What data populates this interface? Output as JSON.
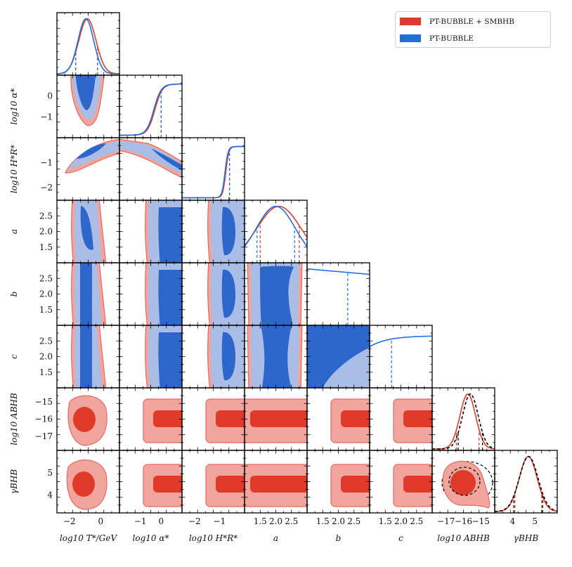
{
  "legend": {
    "items": [
      {
        "label": "PT-BUBBLE + SMBHB",
        "color": "#e03a2b",
        "swatch": "swatch-red"
      },
      {
        "label": "PT-BUBBLE",
        "color": "#1f6fe0",
        "swatch": "swatch-blue"
      }
    ]
  },
  "colors": {
    "red_dark": "#e03a2b",
    "red_light": "#f2a59d",
    "red_edge": "#e06b63",
    "blue_dark": "#2e67cc",
    "blue_light": "#a9bde6",
    "blue_line": "#1f6fe0",
    "smbhb_prior": "#000000"
  },
  "chart_data": {
    "type": "corner",
    "parameters": [
      {
        "id": "logT",
        "label": "log10 T*/GeV",
        "range": [
          -2.8,
          1.2
        ],
        "ticks": [
          -2,
          0
        ],
        "tick_labels": [
          "−2",
          "0"
        ]
      },
      {
        "id": "logalpha",
        "label": "log10 α*",
        "range": [
          -2.0,
          1.0
        ],
        "ticks": [
          -1,
          0
        ],
        "tick_labels": [
          "−1",
          "0"
        ]
      },
      {
        "id": "logHR",
        "label": "log10 H*R*",
        "range": [
          -2.5,
          0.0
        ],
        "ticks": [
          -2,
          -1
        ],
        "tick_labels": [
          "−2",
          "−1"
        ]
      },
      {
        "id": "a",
        "label": "a",
        "range": [
          1.0,
          3.0
        ],
        "ticks": [
          1.5,
          2.0,
          2.5
        ],
        "tick_labels": [
          "1.5",
          "2.0",
          "2.5"
        ]
      },
      {
        "id": "b",
        "label": "b",
        "range": [
          1.0,
          3.0
        ],
        "ticks": [
          1.5,
          2.0,
          2.5
        ],
        "tick_labels": [
          "1.5",
          "2.0",
          "2.5"
        ]
      },
      {
        "id": "c",
        "label": "c",
        "range": [
          1.0,
          3.0
        ],
        "ticks": [
          1.5,
          2.0,
          2.5
        ],
        "tick_labels": [
          "1.5",
          "2.0",
          "2.5"
        ]
      },
      {
        "id": "logA",
        "label": "log10 ABHB",
        "range": [
          -17.8,
          -14.2
        ],
        "ticks": [
          -17,
          -16,
          -15
        ],
        "tick_labels": [
          "−17",
          "−16",
          "−15"
        ]
      },
      {
        "id": "gamma",
        "label": "γBHB",
        "range": [
          3.2,
          6.0
        ],
        "ticks": [
          4,
          5
        ],
        "tick_labels": [
          "4",
          "5"
        ]
      }
    ],
    "posteriors_1d": [
      {
        "param": "logT",
        "series": [
          {
            "name": "PT-BUBBLE + SMBHB",
            "color": "red",
            "mean": -0.85,
            "sd": 0.55,
            "quantiles": [
              -1.6,
              -0.2
            ]
          },
          {
            "name": "PT-BUBBLE",
            "color": "blue",
            "mean": -0.95,
            "sd": 0.5,
            "quantiles": [
              -1.6,
              -0.2
            ]
          }
        ]
      },
      {
        "param": "logalpha",
        "series": [
          {
            "name": "PT-BUBBLE + SMBHB",
            "color": "red",
            "kind": "step",
            "edge": -0.3,
            "width": 0.35,
            "quantiles": [
              0.0
            ]
          },
          {
            "name": "PT-BUBBLE",
            "color": "blue",
            "kind": "step",
            "edge": -0.35,
            "width": 0.35,
            "quantiles": [
              0.0
            ]
          }
        ]
      },
      {
        "param": "logHR",
        "series": [
          {
            "name": "PT-BUBBLE + SMBHB",
            "color": "red",
            "kind": "step",
            "edge": -0.75,
            "width": 0.12,
            "quantiles": [
              -0.6
            ]
          },
          {
            "name": "PT-BUBBLE",
            "color": "blue",
            "kind": "step",
            "edge": -0.78,
            "width": 0.12,
            "quantiles": [
              -0.6
            ]
          }
        ]
      },
      {
        "param": "a",
        "series": [
          {
            "name": "PT-BUBBLE + SMBHB",
            "color": "red",
            "mean": 2.1,
            "sd": 0.7,
            "quantiles": [
              1.5,
              2.75
            ]
          },
          {
            "name": "PT-BUBBLE",
            "color": "blue",
            "mean": 2.0,
            "sd": 0.62,
            "quantiles": [
              1.4,
              2.6
            ]
          }
        ]
      },
      {
        "param": "b",
        "series": [
          {
            "name": "PT-BUBBLE",
            "color": "blue",
            "kind": "linear",
            "start": 1.0,
            "end": 0.9,
            "quantiles": [
              2.3
            ]
          }
        ]
      },
      {
        "param": "c",
        "series": [
          {
            "name": "PT-BUBBLE",
            "color": "blue",
            "kind": "rise",
            "quantiles": [
              1.7
            ]
          }
        ]
      },
      {
        "param": "logA",
        "series": [
          {
            "name": "PT-BUBBLE + SMBHB",
            "color": "red",
            "mean": -15.75,
            "sd": 0.45,
            "quantiles": [
              -16.4,
              -15.1
            ]
          },
          {
            "name": "SMBHB",
            "color": "black",
            "dashed": true,
            "mean": -15.6,
            "sd": 0.45,
            "quantiles": [
              -16.3,
              -14.9
            ]
          }
        ]
      },
      {
        "param": "gamma",
        "series": [
          {
            "name": "PT-BUBBLE + SMBHB",
            "color": "red",
            "mean": 4.7,
            "sd": 0.4,
            "quantiles": [
              4.1,
              5.3
            ]
          },
          {
            "name": "SMBHB",
            "color": "black",
            "dashed": true,
            "mean": 4.72,
            "sd": 0.42,
            "quantiles": [
              4.05,
              5.35
            ]
          }
        ]
      }
    ]
  }
}
